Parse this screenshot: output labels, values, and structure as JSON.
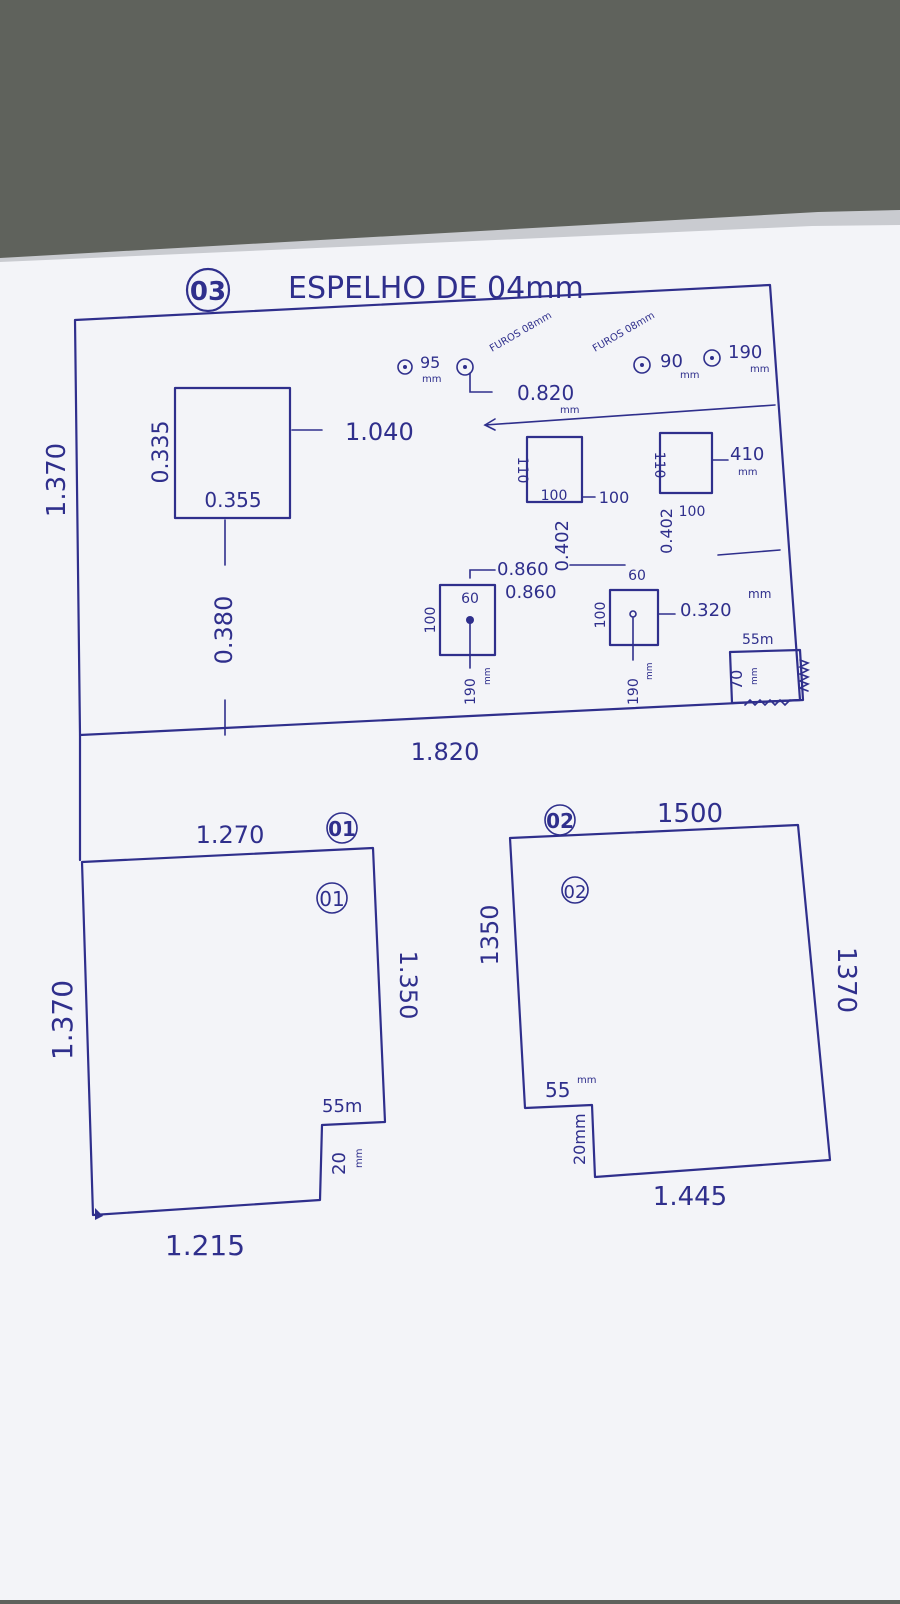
{
  "title": "ESPELHO DE 04mm",
  "pieces": {
    "p03": {
      "marker": "03",
      "height_left": "1.370",
      "bottom_width": "1.820",
      "rect_height": "0.335",
      "rect_width": "0.355",
      "rect_offset_right": "1.040",
      "rect_offset_bottom": "0.380",
      "hole_left_dia": "95",
      "hole_left_unit": "mm",
      "hole_left_note": "FUROS 08mm",
      "hole_offset": "0.820",
      "hole_offset_unit": "mm",
      "hole_right_note": "FUROS 08mm",
      "hole_right_a": "90",
      "hole_right_b": "190",
      "hole_unit": "mm",
      "cut1_height": "110",
      "cut1_width": "100",
      "cut1_side": "100",
      "cut1_offset": "0.402",
      "cut2_height": "110",
      "cut2_width": "100",
      "cut2_offset": "0.402",
      "cut2_right": "410",
      "cut2_right_unit": "mm",
      "mid_a": "0.860",
      "mid_b": "0.860",
      "cut3_height": "100",
      "cut3_width": "60",
      "cut3_bottom": "190",
      "cut3_unit": "mm",
      "cut4_height": "100",
      "cut4_width": "60",
      "cut4_right": "0.320",
      "cut4_right_unit": "mm",
      "cut4_bottom": "190",
      "cut4_unit": "mm",
      "notch_w": "55m",
      "notch_h": "70",
      "notch_unit": "mm"
    },
    "p01": {
      "marker_top": "01",
      "marker_inner": "01",
      "top_width": "1.270",
      "height_left": "1.370",
      "height_right": "1.350",
      "notch_w": "55m",
      "notch_h": "20",
      "notch_unit": "mm",
      "bottom_width": "1.215"
    },
    "p02": {
      "marker_top": "02",
      "marker_inner": "02",
      "top_width": "1500",
      "height_left": "1350",
      "height_right": "1370",
      "notch_w": "55",
      "notch_w_unit": "mm",
      "notch_h": "20mm",
      "bottom_width": "1.445"
    }
  }
}
